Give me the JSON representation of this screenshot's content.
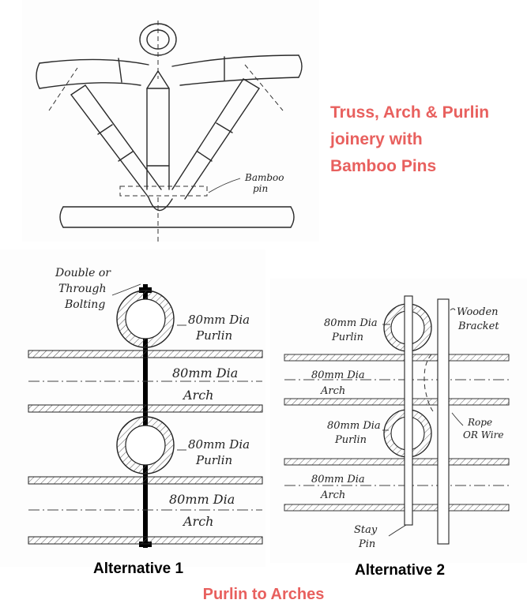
{
  "title": {
    "line1": "Truss, Arch & Purlin",
    "line2": "joinery with",
    "line3": "Bamboo Pins"
  },
  "truss": {
    "label_bamboo": "Bamboo",
    "label_pin": "pin"
  },
  "alt1": {
    "label_bolting_1": "Double or",
    "label_bolting_2": "Through",
    "label_bolting_3": "Bolting",
    "purlin_top_dia": "80mm Dia",
    "purlin_top_name": "Purlin",
    "arch_top_dia": "80mm Dia",
    "arch_top_name": "Arch",
    "purlin_bottom_dia": "80mm Dia",
    "purlin_bottom_name": "Purlin",
    "arch_bottom_dia": "80mm Dia",
    "arch_bottom_name": "Arch",
    "caption": "Alternative 1"
  },
  "alt2": {
    "purlin_top_dia": "80mm Dia",
    "purlin_top_name": "Purlin",
    "bracket_1": "Wooden",
    "bracket_2": "Bracket",
    "arch_top_dia": "80mm Dia",
    "arch_top_name": "Arch",
    "purlin_bottom_dia": "80mm Dia",
    "purlin_bottom_name": "Purlin",
    "rope_1": "Rope",
    "rope_2": "OR Wire",
    "arch_bottom_dia": "80mm Dia",
    "arch_bottom_name": "Arch",
    "stay_1": "Stay",
    "stay_2": "Pin",
    "caption": "Alternative 2"
  },
  "footer": {
    "caption": "Purlin to Arches"
  }
}
